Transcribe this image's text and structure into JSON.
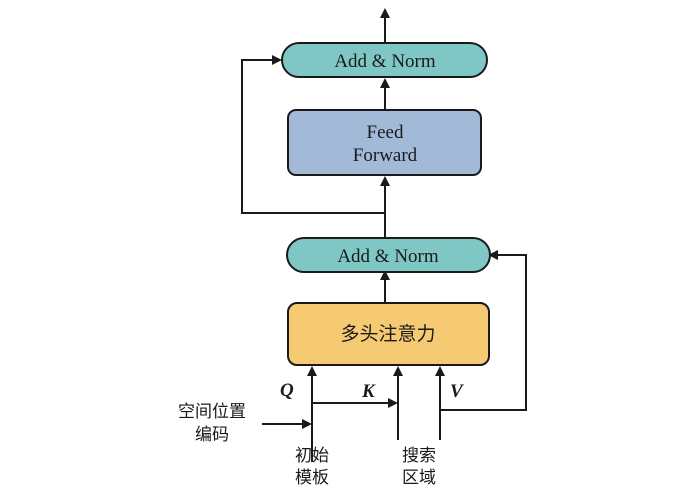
{
  "colors": {
    "add_norm_fill": "#7fc7c4",
    "feed_forward_fill": "#a3b9d8",
    "attention_fill": "#f6ca72",
    "stroke": "#1a1a1a"
  },
  "blocks": {
    "add_norm_top": "Add & Norm",
    "feed_forward_line1": "Feed",
    "feed_forward_line2": "Forward",
    "add_norm_bottom": "Add & Norm",
    "attention": "多头注意力"
  },
  "inputs": {
    "q": "Q",
    "k": "K",
    "v": "V",
    "positional_encoding_line1": "空间位置",
    "positional_encoding_line2": "编码",
    "template_line1": "初始",
    "template_line2": "模板",
    "search_line1": "搜索",
    "search_line2": "区域"
  }
}
